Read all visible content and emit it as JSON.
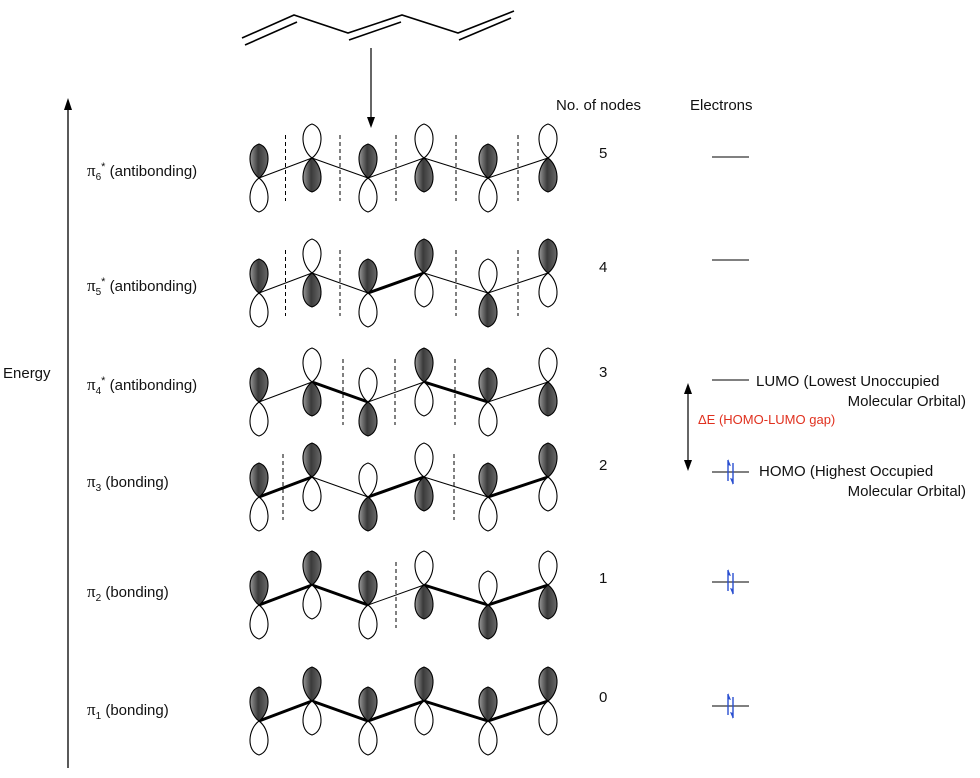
{
  "axis": {
    "label": "Energy"
  },
  "headers": {
    "nodes": "No. of nodes",
    "electrons": "Electrons"
  },
  "orbitals": [
    {
      "pi": "π",
      "sub": "6",
      "star": "*",
      "desc": "(antibonding)",
      "nodes": "5",
      "electrons": 0
    },
    {
      "pi": "π",
      "sub": "5",
      "star": "*",
      "desc": "(antibonding)",
      "nodes": "4",
      "electrons": 0
    },
    {
      "pi": "π",
      "sub": "4",
      "star": "*",
      "desc": "(antibonding)",
      "nodes": "3",
      "electrons": 0
    },
    {
      "pi": "π",
      "sub": "3",
      "star": "",
      "desc": "(bonding)",
      "nodes": "2",
      "electrons": 2
    },
    {
      "pi": "π",
      "sub": "2",
      "star": "",
      "desc": "(bonding)",
      "nodes": "1",
      "electrons": 2
    },
    {
      "pi": "π",
      "sub": "1",
      "star": "",
      "desc": "(bonding)",
      "nodes": "0",
      "electrons": 2
    }
  ],
  "annotations": {
    "lumo_line1": "LUMO (Lowest Unoccupied",
    "lumo_line2": "Molecular Orbital)",
    "homo_line1": "HOMO (Highest Occupied",
    "homo_line2": "Molecular Orbital)",
    "gap": "ΔE (HOMO-LUMO gap)"
  },
  "colors": {
    "arrow_blue": "#2a4fd0",
    "gap_red": "#e0301e",
    "lobe_fill": "#555555"
  }
}
